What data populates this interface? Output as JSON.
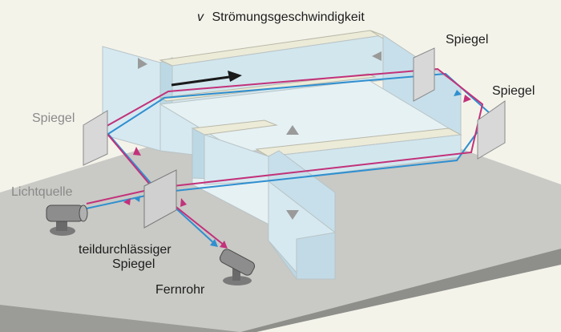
{
  "labels": {
    "flow_symbol": "v",
    "flow_title": "Strömungsgeschwindigkeit",
    "mirror_top_right": "Spiegel",
    "mirror_right": "Spiegel",
    "mirror_left": "Spiegel",
    "light_source": "Lichtquelle",
    "beam_splitter_line1": "teildurchlässiger",
    "beam_splitter_line2": "Spiegel",
    "telescope": "Fernrohr"
  },
  "colors": {
    "page_background": "#f4f3ea",
    "table_top": "#c8c8c4",
    "table_side": "#8e8e8a",
    "channel_top": "#efedd8",
    "channel_side": "#d3e6ef",
    "water": "#cfe5ee",
    "mirror": "#d8d8d8",
    "beam_blue": "#2f8fd0",
    "beam_magenta": "#c2317a",
    "flow_arrow": "#1a1a1a"
  },
  "icons": {
    "light_source": "lamp-icon",
    "telescope": "telescope-icon"
  }
}
